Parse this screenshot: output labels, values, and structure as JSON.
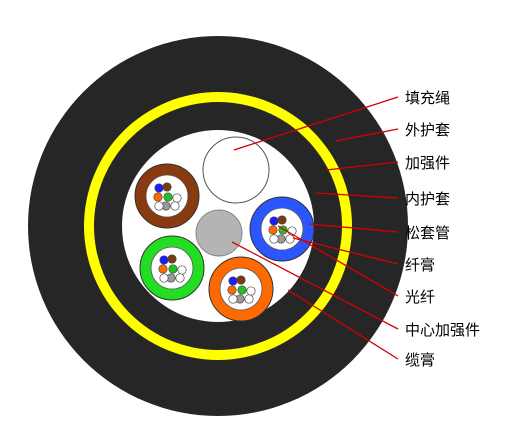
{
  "colors": {
    "outer_sheath": "#262626",
    "armor_ring": "#ffff00",
    "inner_sheath": "#262626",
    "filler": "#ffffff",
    "central_member": "#b4b4b4",
    "leader_line": "#d40000",
    "fiber_white": "#ffffff",
    "fiber_blue": "#1c1cff",
    "fiber_brown": "#7a3a12",
    "fiber_green": "#22c022",
    "fiber_orange": "#ff6a00",
    "fiber_gray": "#9a9a9a"
  },
  "tubes": [
    {
      "name": "brown",
      "color": "#8a3a10"
    },
    {
      "name": "blue",
      "color": "#2a55ff"
    },
    {
      "name": "green",
      "color": "#22dd22"
    },
    {
      "name": "orange",
      "color": "#ff6a00"
    }
  ],
  "labels": {
    "filler_rope": "填充绳",
    "outer_sheath": "外护套",
    "strength_member": "加强件",
    "inner_sheath": "内护套",
    "loose_tube": "松套管",
    "fiber_gel": "纤膏",
    "optical_fiber": "光纤",
    "central_strength_member": "中心加强件",
    "cable_gel": "缆膏"
  }
}
